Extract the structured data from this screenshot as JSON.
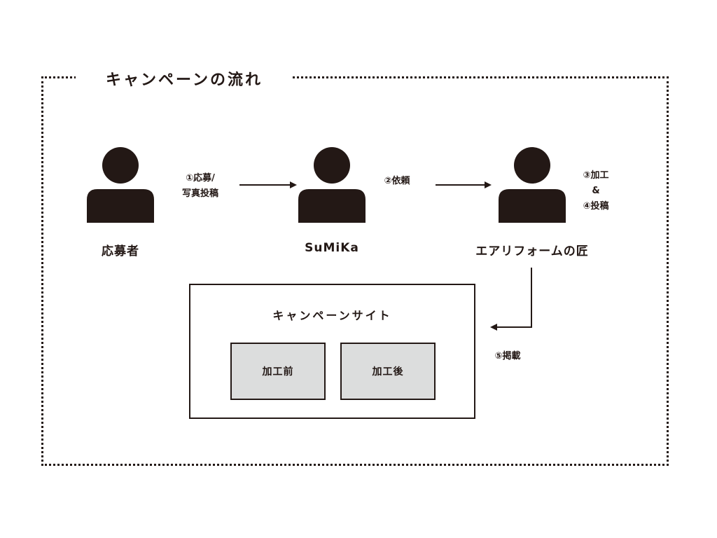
{
  "title": "キャンペーンの流れ",
  "actors": {
    "applicant": "応募者",
    "sumika": "SuMiKa",
    "craftsman": "エアリフォームの匠"
  },
  "steps": {
    "step1_line1": "①応募/",
    "step1_line2": "写真投稿",
    "step2": "②依頼",
    "step3_line1": "③加工",
    "step3_line2": "&",
    "step3_line3": "④投稿",
    "step5": "⑤掲載"
  },
  "campaign_site": {
    "title": "キャンペーンサイト",
    "before_label": "加工前",
    "after_label": "加工後"
  },
  "colors": {
    "ink": "#231815",
    "photo_fill": "#dcdddd"
  }
}
